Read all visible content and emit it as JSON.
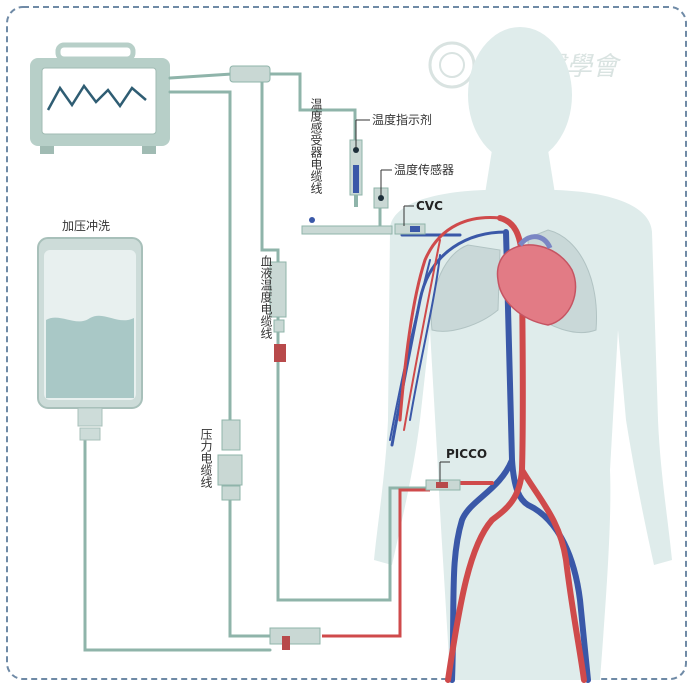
{
  "labels": {
    "pressure_flush": "加压冲洗",
    "temp_sensor_cable": "温度感受器电缆线",
    "temp_indicator": "温度指示剂",
    "temp_sensor": "温度传感器",
    "cvc": "CVC",
    "blood_temp_cable": "血液温度电缆线",
    "pressure_cable": "压力电缆线",
    "picco": "PICCO"
  },
  "watermark": {
    "text": "中華醫學會"
  },
  "colors": {
    "artery": "#cf4a4b",
    "vein": "#3a58a8",
    "cable": "#8fb4aa",
    "monitor": "#b7cfc8",
    "body": "#dfeceb",
    "border": "#6f8aa6"
  }
}
